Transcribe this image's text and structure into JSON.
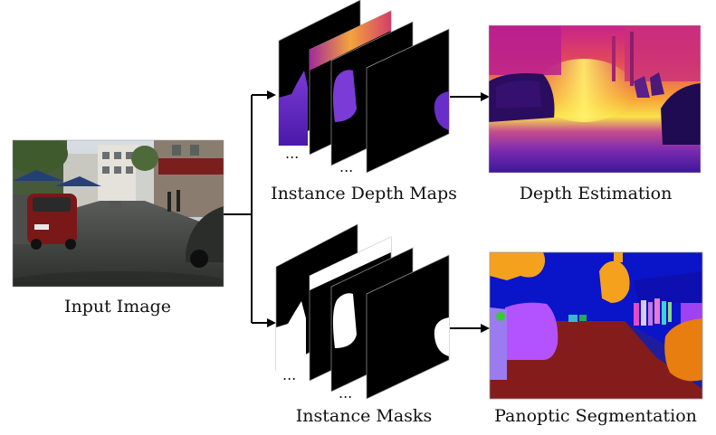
{
  "labels": {
    "input": "Input Image",
    "depth_maps": "Instance Depth Maps",
    "depth_estimation": "Depth Estimation",
    "masks": "Instance Masks",
    "panoptic": "Panoptic Segmentation"
  },
  "ellipsis": "...",
  "colors": {
    "arrow": "#000000",
    "depth_far": "#f9e24a",
    "depth_mid": "#e9463c",
    "depth_near": "#5b1fa8",
    "depth_darkest": "#1d0b55",
    "seg_sky": "#1111cc",
    "seg_road": "#8a1a1a",
    "seg_car": "#b352ff",
    "seg_building": "#e6a020",
    "seg_person": "#e04cc9"
  }
}
